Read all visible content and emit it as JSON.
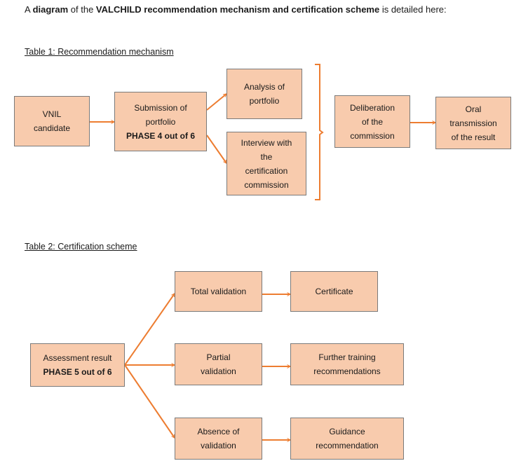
{
  "intro": {
    "prefix": "A ",
    "bold1": "diagram",
    "mid1": " of the ",
    "bold2": "VALCHILD recommendation mechanism and certification scheme",
    "suffix": " is detailed here:"
  },
  "table1": {
    "caption": "Table 1: Recommendation mechanism",
    "nodes": {
      "candidate": [
        "VNIL",
        "candidate"
      ],
      "submission": [
        "Submission of",
        "portfolio"
      ],
      "submission_phase": "PHASE 4 out of 6",
      "analysis": [
        "Analysis of",
        "portfolio"
      ],
      "interview": [
        "Interview with",
        "the",
        "certification",
        "commission"
      ],
      "deliberation": [
        "Deliberation",
        "of the",
        "commission"
      ],
      "oral": [
        "Oral",
        "transmission",
        "of the result"
      ]
    }
  },
  "table2": {
    "caption": "Table 2: Certification scheme",
    "nodes": {
      "assessment": "Assessment result",
      "assessment_phase": "PHASE 5 out of 6",
      "total": "Total validation",
      "partial": [
        "Partial",
        "validation"
      ],
      "absence": [
        "Absence of",
        "validation"
      ],
      "certificate": "Certificate",
      "further": [
        "Further training",
        "recommendations"
      ],
      "guidance": [
        "Guidance",
        "recommendation"
      ]
    }
  },
  "colors": {
    "box_fill": "#f8cbad",
    "box_border": "#7a7a7a",
    "arrow": "#ed7d31"
  }
}
